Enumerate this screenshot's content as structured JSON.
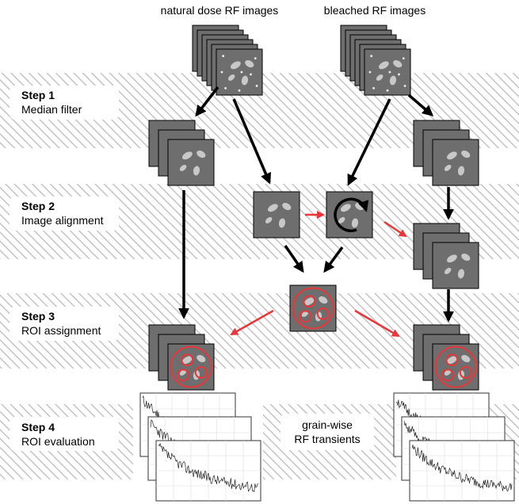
{
  "headers": {
    "natural": "natural dose RF images",
    "bleached": "bleached RF images"
  },
  "steps": [
    {
      "title": "Step 1",
      "subtitle": "Median filter"
    },
    {
      "title": "Step 2",
      "subtitle": "Image alignment"
    },
    {
      "title": "Step 3",
      "subtitle": "ROI assignment"
    },
    {
      "title": "Step 4",
      "subtitle": "ROI evaluation"
    }
  ],
  "transients_label": {
    "line1": "grain-wise",
    "line2": "RF transients"
  },
  "colors": {
    "hatch": "#c8c8c8",
    "image_gray": "#6e6e6e",
    "roi_red": "#e8363a",
    "arrow_black": "#000000",
    "arrow_red": "#e8363a"
  }
}
